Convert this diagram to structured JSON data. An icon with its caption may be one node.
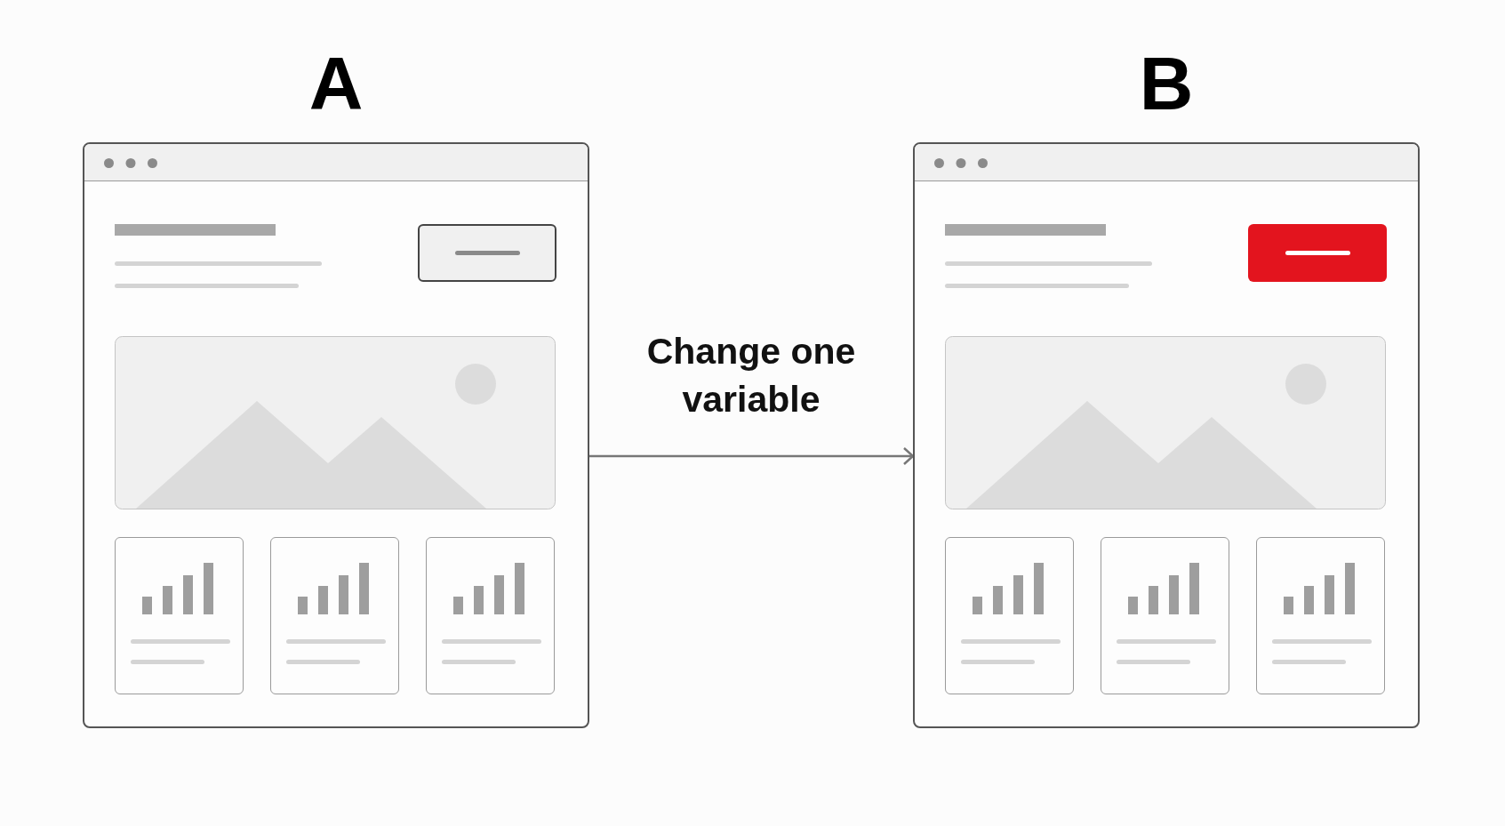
{
  "diagram": {
    "nodes": [
      {
        "text": [
          "A"
        ]
      },
      {
        "text": [
          "B"
        ]
      }
    ],
    "edges": [
      {
        "from": 0,
        "to": 1,
        "arrow": "to",
        "label": "Change one variable"
      }
    ]
  }
}
